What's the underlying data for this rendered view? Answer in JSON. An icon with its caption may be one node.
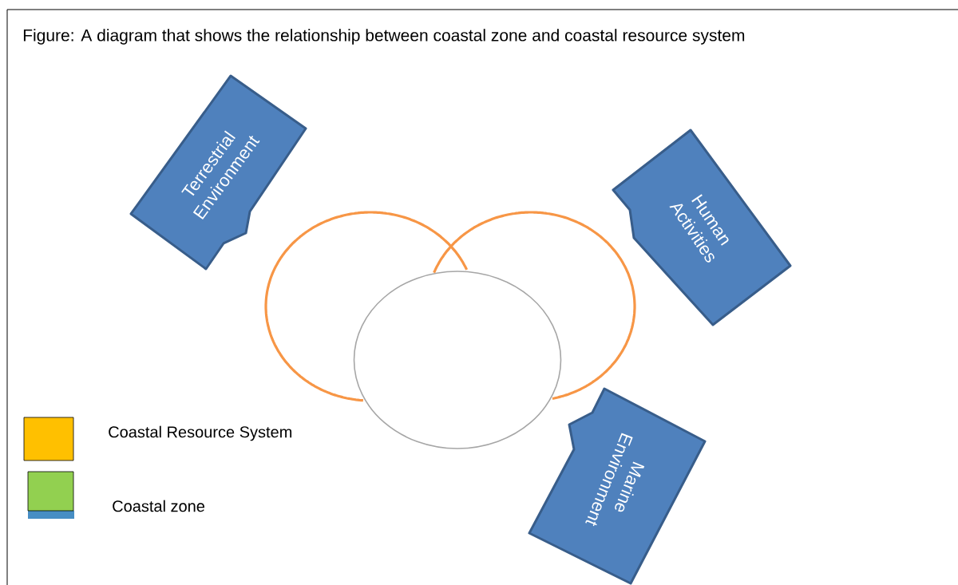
{
  "diagram": {
    "title": "Figure: A diagram that shows the relationship between coastal zone and coastal resource system",
    "nodes": [
      {
        "text": [
          "Terrestrial Environment"
        ]
      },
      {
        "text": [
          "Human Activities"
        ]
      },
      {
        "text": [],
        "shape": "circle"
      },
      {
        "text": [],
        "shape": "circle"
      },
      {
        "text": [],
        "shape": "circle"
      },
      {
        "text": [
          "Marine Environment"
        ]
      }
    ],
    "legend": [
      {
        "text": "Coastal Resource System",
        "color": "#ffc000"
      },
      {
        "text": "Coastal zone",
        "color": "#92d050"
      }
    ]
  }
}
